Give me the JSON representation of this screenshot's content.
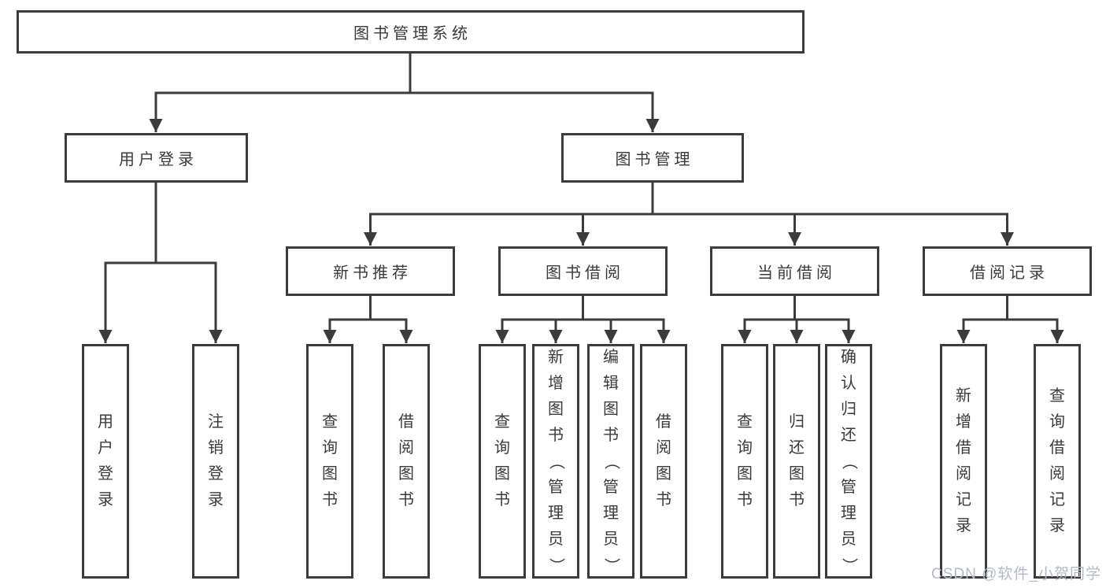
{
  "diagram": {
    "root": {
      "label": "图书管理系统"
    },
    "level1": [
      {
        "label": "用户登录"
      },
      {
        "label": "图书管理"
      }
    ],
    "level2": [
      {
        "label": "新书推荐"
      },
      {
        "label": "图书借阅"
      },
      {
        "label": "当前借阅"
      },
      {
        "label": "借阅记录"
      }
    ],
    "leaves": {
      "userLogin": [
        {
          "label": "用户登录"
        },
        {
          "label": "注销登录"
        }
      ],
      "newBooks": [
        {
          "label": "查询图书"
        },
        {
          "label": "借阅图书"
        }
      ],
      "bookBorrow": [
        {
          "label": "查询图书"
        },
        {
          "label": "新增图书（管理员）"
        },
        {
          "label": "编辑图书（管理员）"
        },
        {
          "label": "借阅图书"
        }
      ],
      "currentBorrow": [
        {
          "label": "查询图书"
        },
        {
          "label": "归还图书"
        },
        {
          "label": "确认归还（管理员）"
        }
      ],
      "borrowRecords": [
        {
          "label": "新增借阅记录"
        },
        {
          "label": "查询借阅记录"
        }
      ]
    }
  },
  "watermark": {
    "text": "CSDN @软件_小贺同学"
  },
  "colors": {
    "line": "#3b3b3b",
    "text": "#3a3a3a",
    "watermark": "#b3b9c3",
    "background": "#ffffff"
  }
}
